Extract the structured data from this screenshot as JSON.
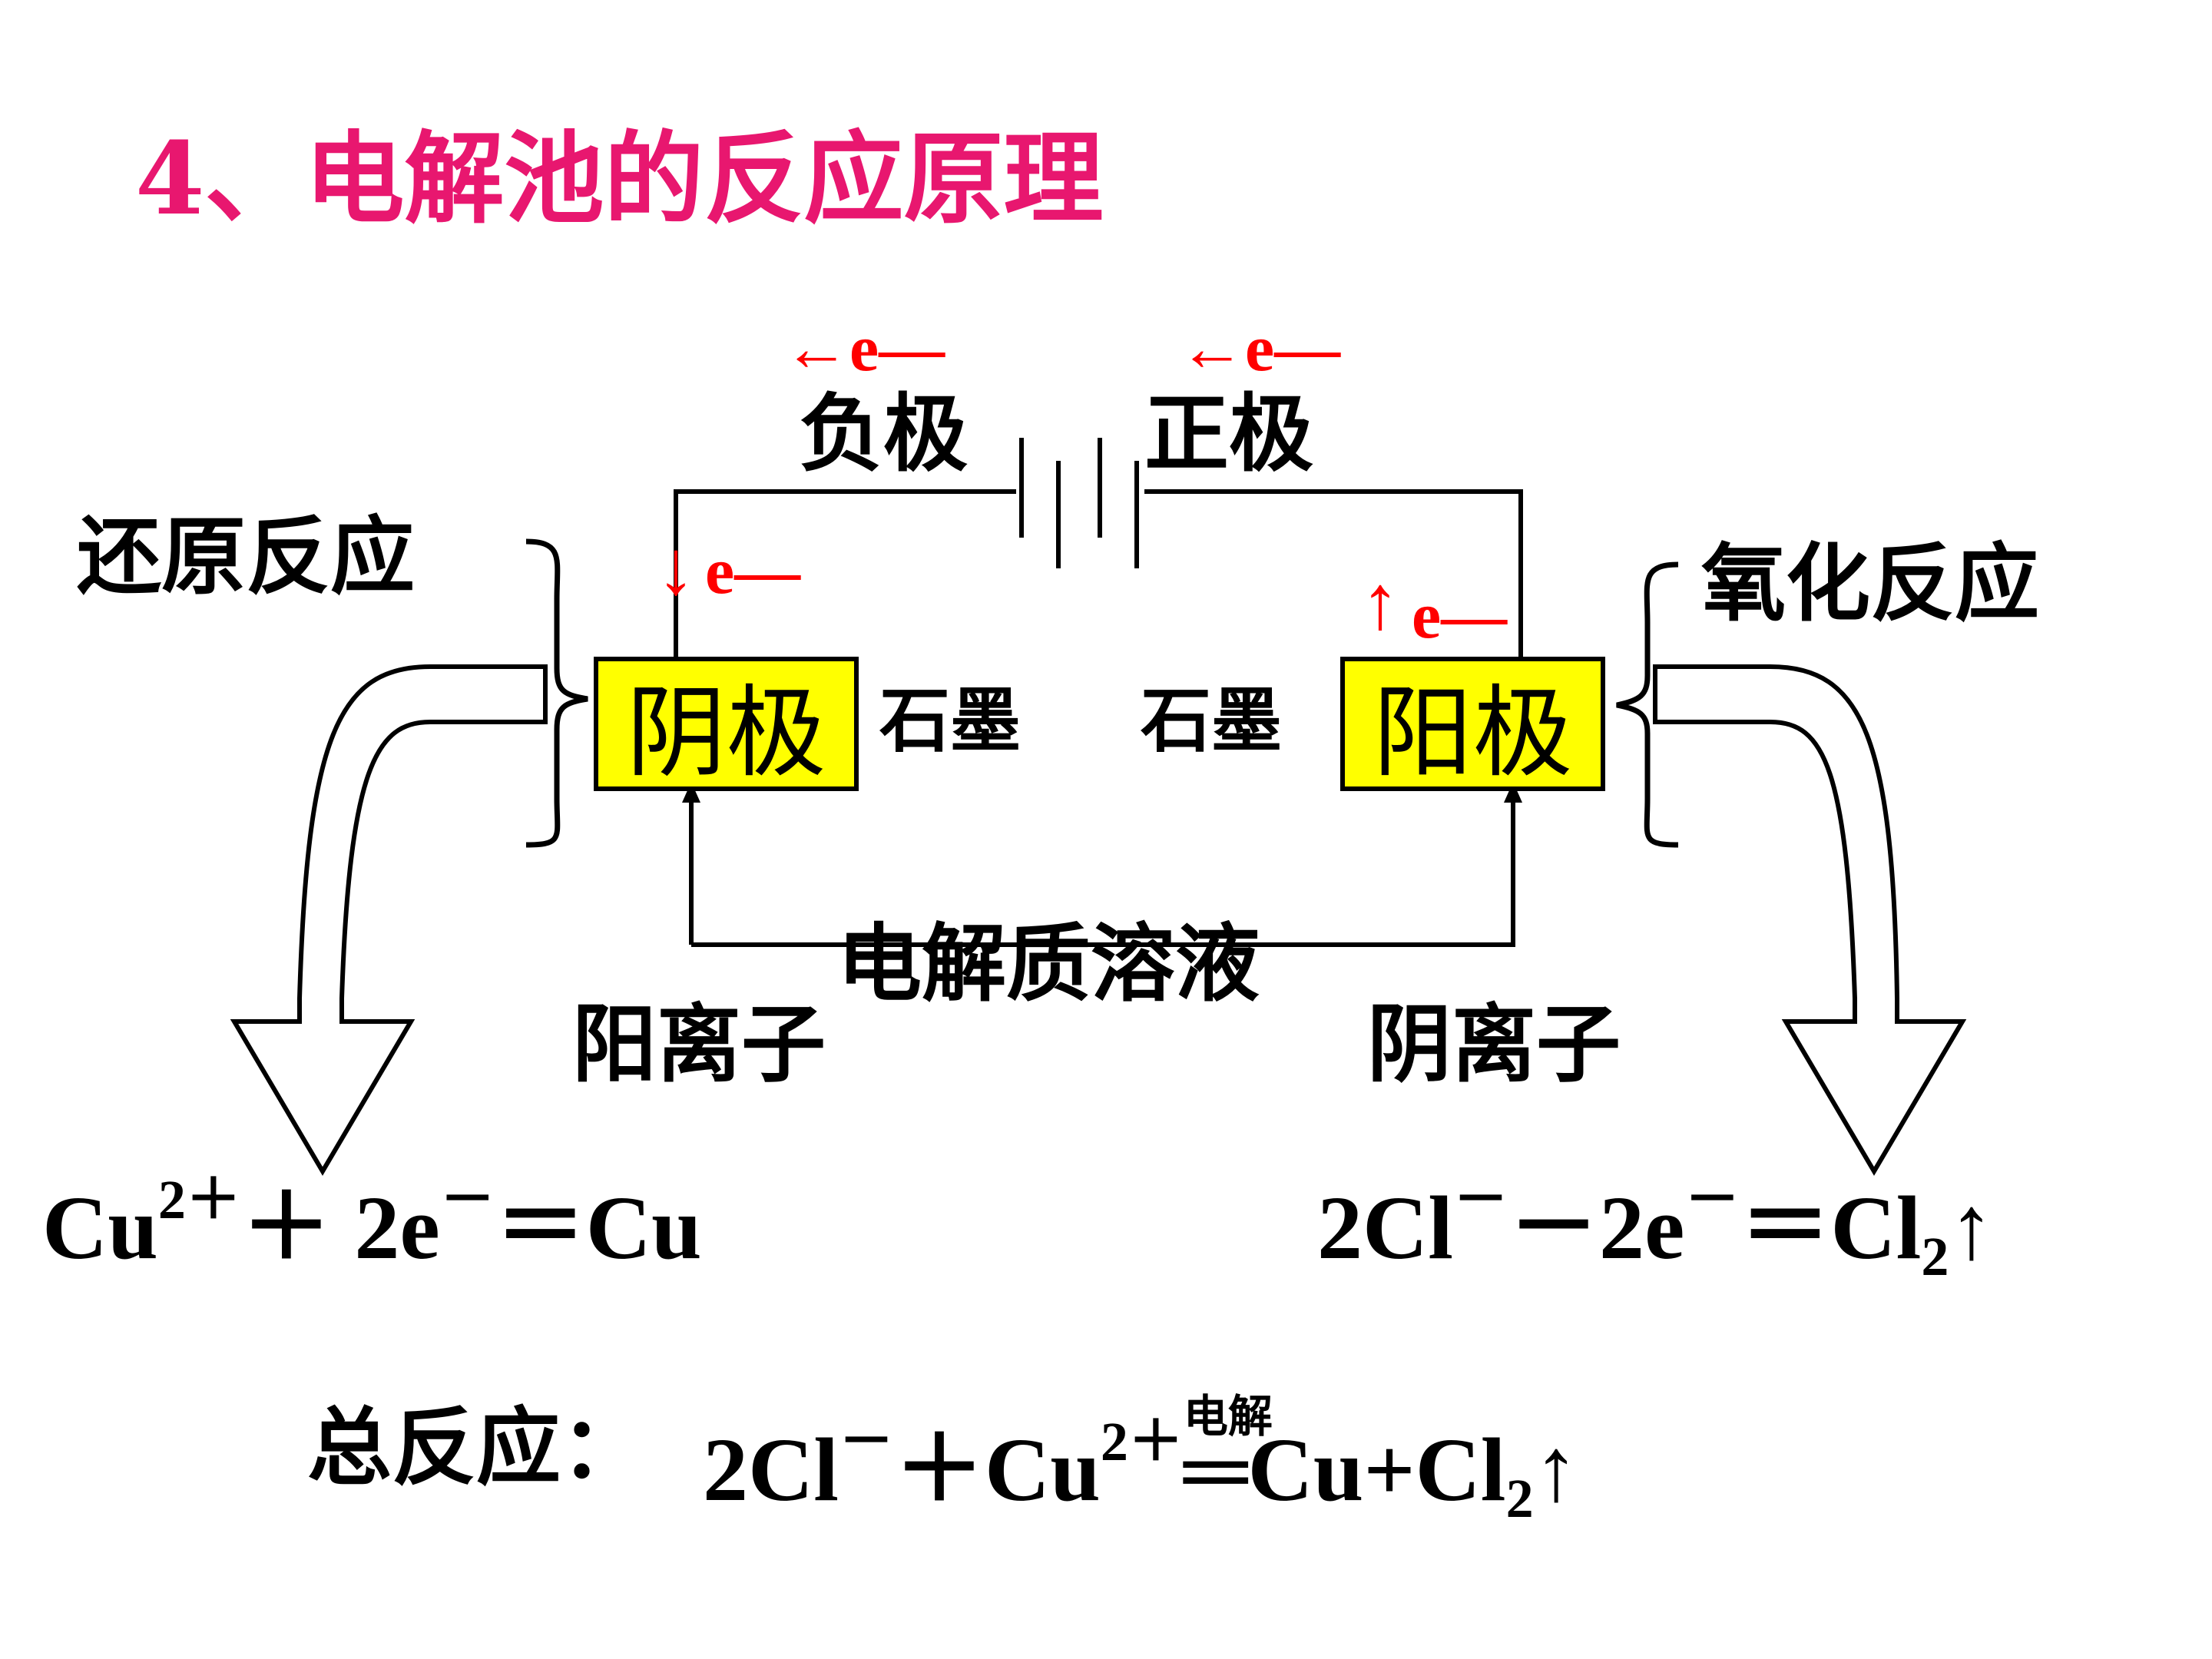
{
  "title": "4、电解池的反应原理",
  "battery": {
    "negative": "负极",
    "positive": "正极"
  },
  "electron_flow": {
    "neg_top": "←e—",
    "pos_top": "←e—",
    "left_wire": "e—",
    "right_wire": "e—",
    "down_arrow": "↓",
    "up_arrow": "↑"
  },
  "left": {
    "reaction_type": "还原反应",
    "electrode": "阴极",
    "material": "石墨",
    "ion": "阳离子"
  },
  "right": {
    "reaction_type": "氧化反应",
    "electrode": "阳极",
    "material": "石墨",
    "ion": "阴离子"
  },
  "solution": "电解质溶液",
  "equations": {
    "cathode": {
      "a": "Cu",
      "a_sup": "2＋",
      "b": "＋ 2e",
      "b_sup": "－",
      "c": "＝Cu"
    },
    "anode": {
      "a": "2Cl",
      "a_sup": "－",
      "b": "－2e",
      "b_sup": "－",
      "c": "＝Cl",
      "c_sub": "2",
      "d": "↑"
    },
    "total_label": "总反应：",
    "total": {
      "a": "2Cl",
      "a_sup": "－",
      "b": "＋Cu",
      "b_sup": "2＋",
      "cond": "电解",
      "eq": "═",
      "c": "Cu+Cl",
      "c_sub": "2",
      "d": "↑"
    }
  },
  "colors": {
    "title": "#e8176f",
    "electrode_fill": "#ffff00",
    "electron": "#ff0000"
  }
}
